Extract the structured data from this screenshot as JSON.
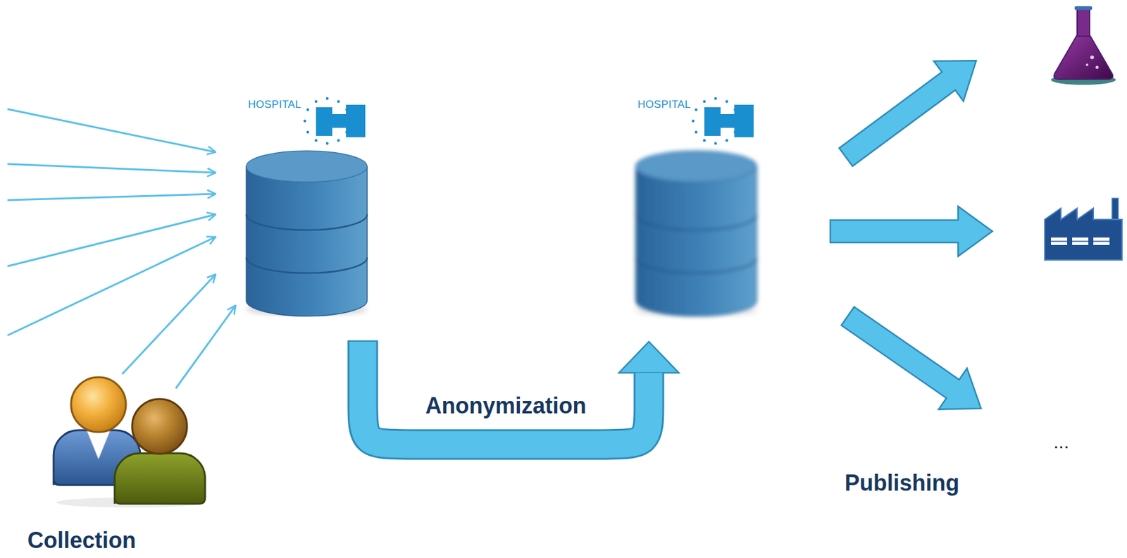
{
  "diagram": {
    "nodes": [
      {
        "text": [
          "HOSPITAL"
        ]
      },
      {
        "text": [
          "HOSPITAL"
        ]
      }
    ],
    "edges": [
      {
        "from": 0,
        "to": 1,
        "arrow": "to",
        "label": "Anonymization"
      }
    ],
    "labels": [
      "Collection",
      "Publishing",
      "..."
    ]
  }
}
